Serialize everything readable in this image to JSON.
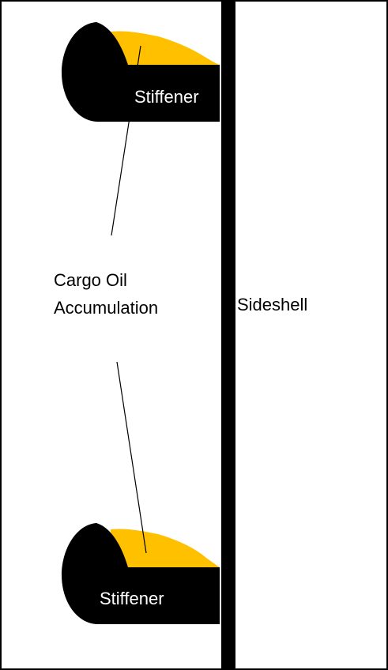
{
  "labels": {
    "stiffener_top": "Stiffener",
    "stiffener_bottom": "Stiffener",
    "cargo_oil_line1": "Cargo Oil",
    "cargo_oil_line2": "Accumulation",
    "sideshell": "Sideshell"
  },
  "colors": {
    "steel": "#000000",
    "oil": "#ffc000",
    "background": "#ffffff",
    "frame": "#000000",
    "label_on_steel": "#ffffff",
    "label_on_bg": "#000000"
  }
}
